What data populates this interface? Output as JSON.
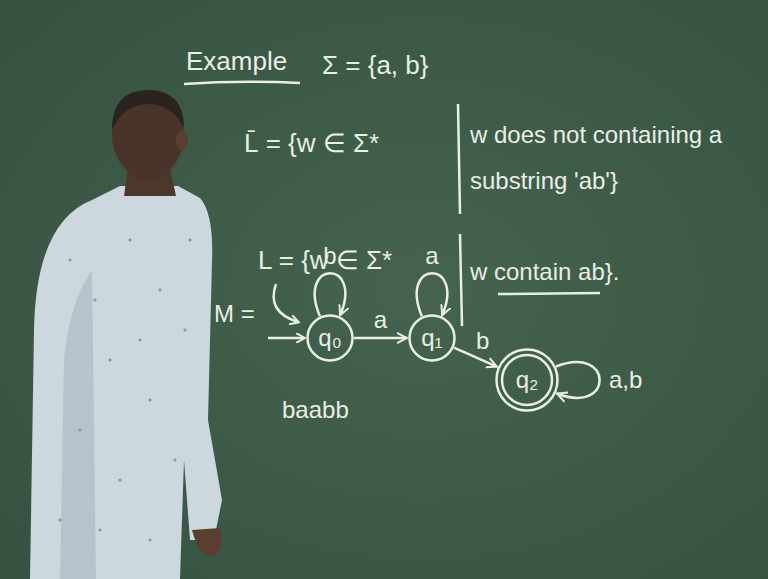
{
  "diagram": {
    "title": "Example",
    "nodes": [
      {
        "text": [
          "q₀"
        ]
      },
      {
        "text": [
          "q₁"
        ]
      },
      {
        "text": [
          "q₂"
        ]
      }
    ],
    "edges": [
      {
        "from": 0,
        "to": 0,
        "label": "b",
        "arrow": "to"
      },
      {
        "from": 0,
        "to": 1,
        "label": "a",
        "arrow": "to"
      },
      {
        "from": 1,
        "to": 1,
        "label": "a",
        "arrow": "to"
      },
      {
        "from": 1,
        "to": 2,
        "label": "b",
        "arrow": "to"
      },
      {
        "from": 2,
        "to": 2,
        "label": "a,b",
        "arrow": "to"
      }
    ],
    "labels": [
      "Σ = {a, b}",
      "L̄ = {w ∈ Σ*",
      "w does not containing a substring 'ab'}",
      "L = {w ∈ Σ*",
      "w contain ab}.",
      "M =",
      "baabb"
    ]
  }
}
